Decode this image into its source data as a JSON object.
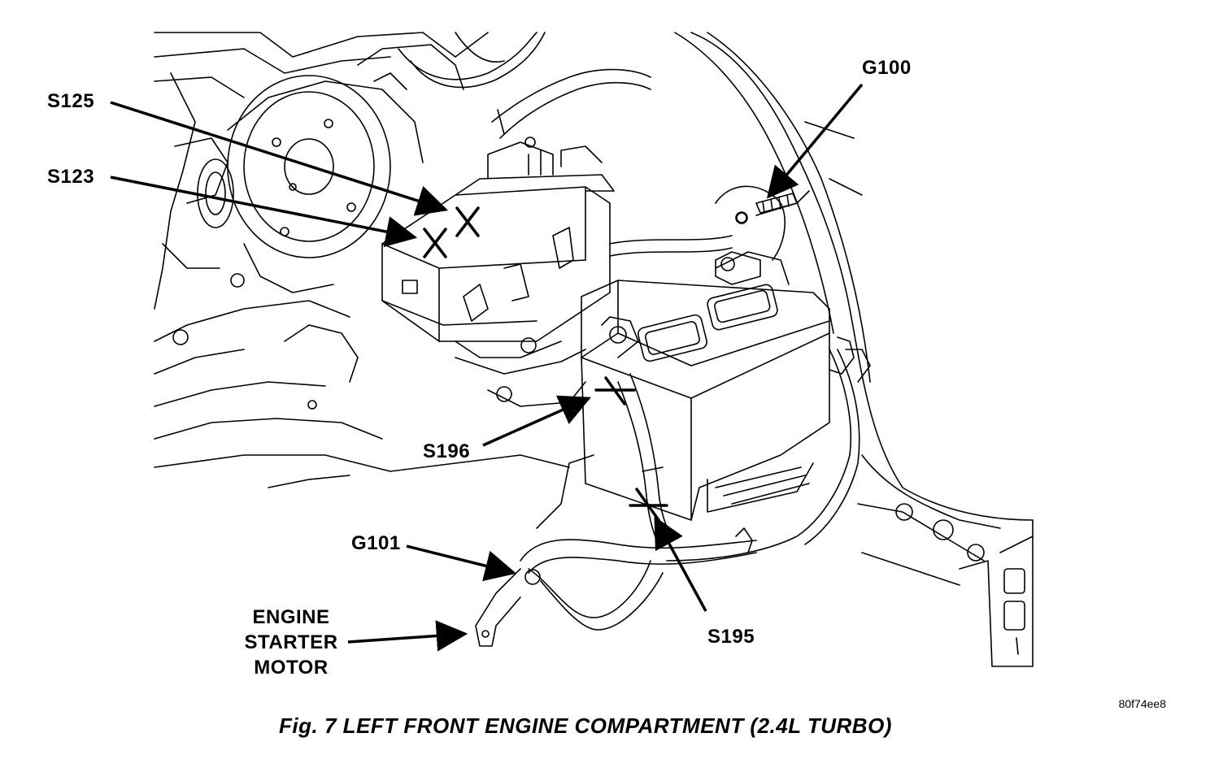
{
  "labels": {
    "s125": "S125",
    "s123": "S123",
    "g100": "G100",
    "s196": "S196",
    "g101": "G101",
    "s195": "S195",
    "engine_starter_motor": [
      "ENGINE",
      "STARTER",
      "MOTOR"
    ]
  },
  "figure_code": "80f74ee8",
  "caption": "Fig. 7 LEFT FRONT ENGINE COMPARTMENT (2.4L TURBO)"
}
